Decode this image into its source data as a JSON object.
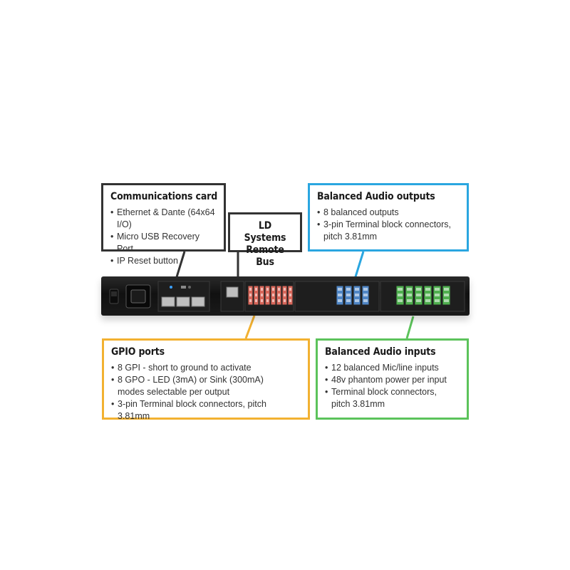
{
  "colors": {
    "communications_border": "#333333",
    "remote_bus_border": "#333333",
    "outputs_border": "#2aa6e0",
    "gpio_border": "#f2b131",
    "inputs_border": "#5cc35b",
    "gpio_terminal": "#d9675a",
    "output_terminal": "#4f86c6",
    "input_terminal": "#4fb04e"
  },
  "callouts": {
    "communications": {
      "title": "Communications card",
      "items": [
        "Ethernet & Dante (64x64 I/O)",
        "Micro USB Recovery Port",
        "IP Reset button"
      ]
    },
    "remote_bus": {
      "title": "LD Systems\nRemote Bus"
    },
    "outputs": {
      "title": "Balanced Audio outputs",
      "items": [
        "8 balanced outputs",
        "3-pin Terminal block connectors,\npitch 3.81mm"
      ]
    },
    "gpio": {
      "title": "GPIO ports",
      "items": [
        "8 GPI - short to ground to activate",
        "8 GPO - LED (3mA) or Sink (300mA)\nmodes selectable per output",
        "3-pin Terminal block connectors, pitch 3.81mm"
      ]
    },
    "inputs": {
      "title": "Balanced Audio inputs",
      "items": [
        "12 balanced Mic/line inputs",
        "48v phantom power per input",
        "Terminal block connectors,\npitch 3.81mm"
      ]
    }
  },
  "device": {
    "gpio_terminal_count": 8,
    "output_terminal_count": 4,
    "input_terminal_count": 6
  }
}
